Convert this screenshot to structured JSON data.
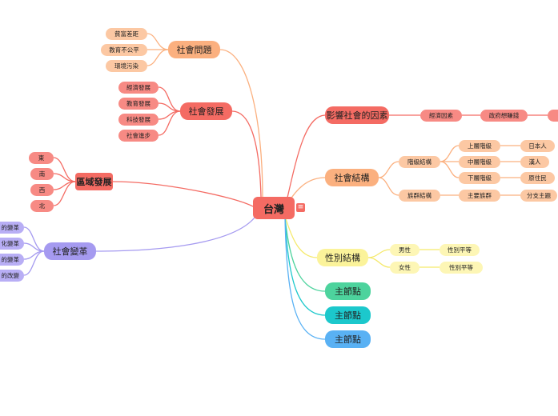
{
  "root": "台灣",
  "menu_icon": "menu-icon",
  "nodes": {
    "influence": "影響社會的因素",
    "economy_factor": "經濟因素",
    "government_policy": "政府想賺錢",
    "social_structure": "社會結構",
    "class_structure": "階級結構",
    "upper_class": "上層階級",
    "middle_class": "中層階級",
    "lower_class": "下層階級",
    "japanese": "日本人",
    "han": "漢人",
    "indigenous": "原住民",
    "ethnic_structure": "族群結構",
    "main_ethnic": "主要族群",
    "sub_theme": "分支主題",
    "gender_structure": "性別結構",
    "male": "男性",
    "female": "女性",
    "equality1": "性別平等",
    "equality2": "性別平等",
    "main_node1": "主節點",
    "main_node2": "主節點",
    "main_node3": "主節點",
    "social_problems": "社會問題",
    "wealth_gap": "貧富差距",
    "edu_unfair": "教育不公平",
    "pollution": "環境污染",
    "social_dev": "社會發展",
    "econ_dev": "經濟發展",
    "edu_dev": "教育發展",
    "tech_dev": "科技發展",
    "social_progress": "社會進步",
    "regional_dev": "區域發展",
    "east": "東",
    "south": "南",
    "west": "西",
    "north": "北",
    "social_change": "社會變革",
    "change1": "的變革",
    "change2": "化變革",
    "change3": "的變革",
    "change4": "的改變"
  }
}
